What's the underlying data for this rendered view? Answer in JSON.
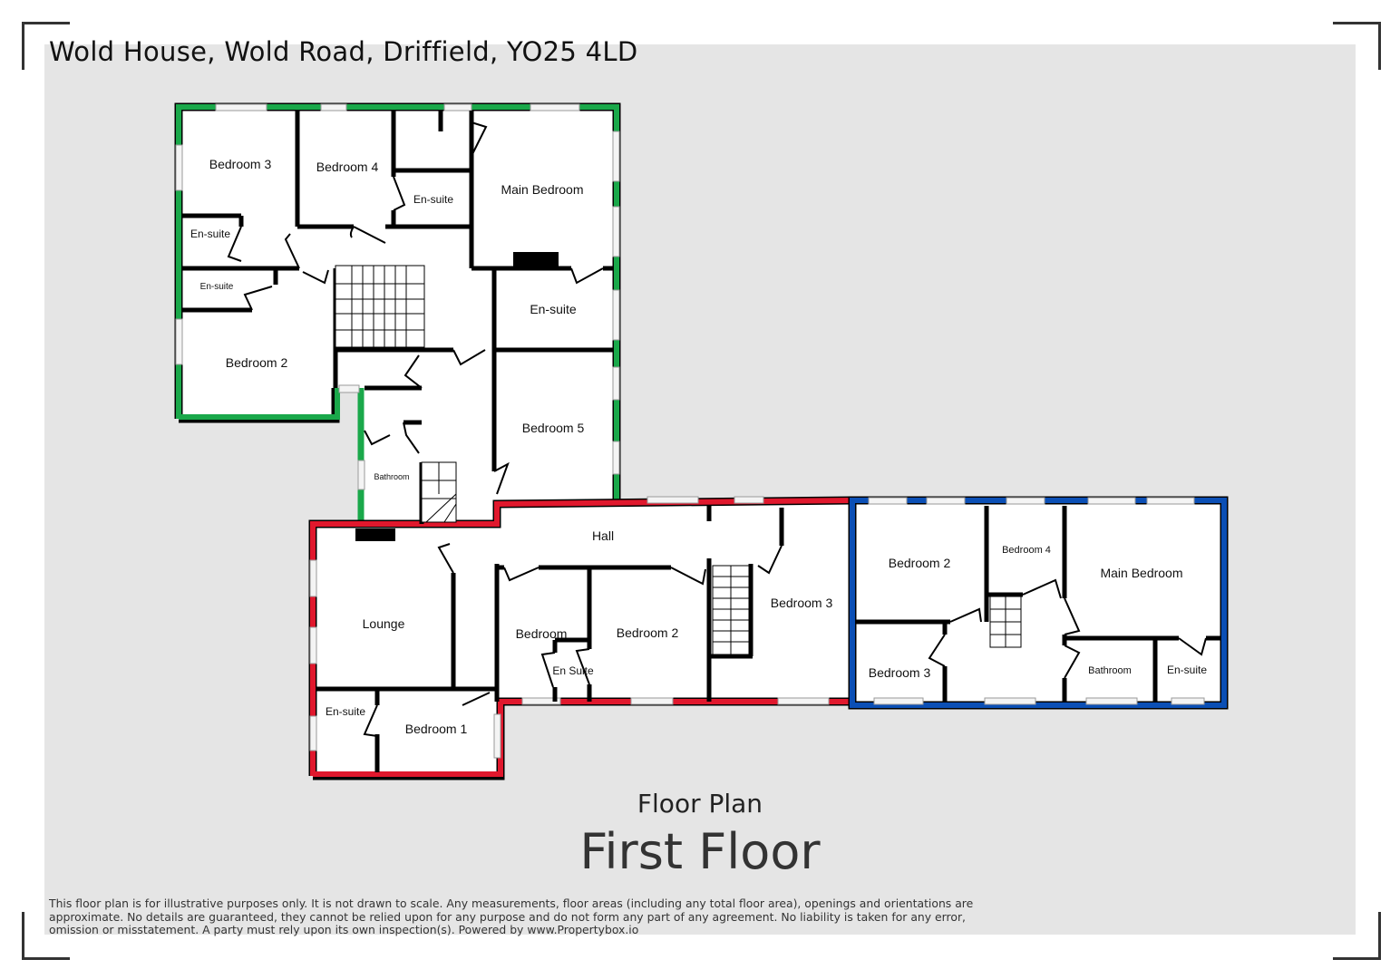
{
  "header": {
    "address": "Wold House, Wold Road, Driffield, YO25 4LD"
  },
  "colors": {
    "background_panel": "#e5e5e5",
    "wing_north": "#1aa84a",
    "wing_middle": "#e0182d",
    "wing_east": "#0b4fb5",
    "wall": "#000000",
    "window": "#cfcfcf"
  },
  "plan": {
    "north_wing": {
      "rooms": [
        {
          "label": "Bedroom 3"
        },
        {
          "label": "Bedroom 4"
        },
        {
          "label": "En-suite"
        },
        {
          "label": "Main Bedroom"
        },
        {
          "label": "En-suite"
        },
        {
          "label": "En-suite"
        },
        {
          "label": "En-suite"
        },
        {
          "label": "Bedroom 2"
        },
        {
          "label": "Bedroom 5"
        },
        {
          "label": "Bathroom"
        }
      ]
    },
    "middle_wing": {
      "rooms": [
        {
          "label": "Hall"
        },
        {
          "label": "Lounge"
        },
        {
          "label": "Bedroom"
        },
        {
          "label": "Bedroom 2"
        },
        {
          "label": "En Suite"
        },
        {
          "label": "Bedroom 3"
        },
        {
          "label": "En-suite"
        },
        {
          "label": "Bedroom 1"
        }
      ]
    },
    "east_wing": {
      "rooms": [
        {
          "label": "Bedroom 2"
        },
        {
          "label": "Bedroom 4"
        },
        {
          "label": "Main Bedroom"
        },
        {
          "label": "Bedroom 3"
        },
        {
          "label": "Bathroom"
        },
        {
          "label": "En-suite"
        }
      ]
    }
  },
  "footer": {
    "subtitle": "Floor Plan",
    "title": "First Floor",
    "disclaimer": "This floor plan is for illustrative purposes only. It is not drawn to scale. Any measurements, floor areas (including any total floor area), openings and orientations are approximate. No details are guaranteed, they cannot be relied upon for any purpose and do not form any part of any agreement. No liability is taken for any error, omission or misstatement. A party must rely upon its own inspection(s). Powered by www.Propertybox.io"
  }
}
